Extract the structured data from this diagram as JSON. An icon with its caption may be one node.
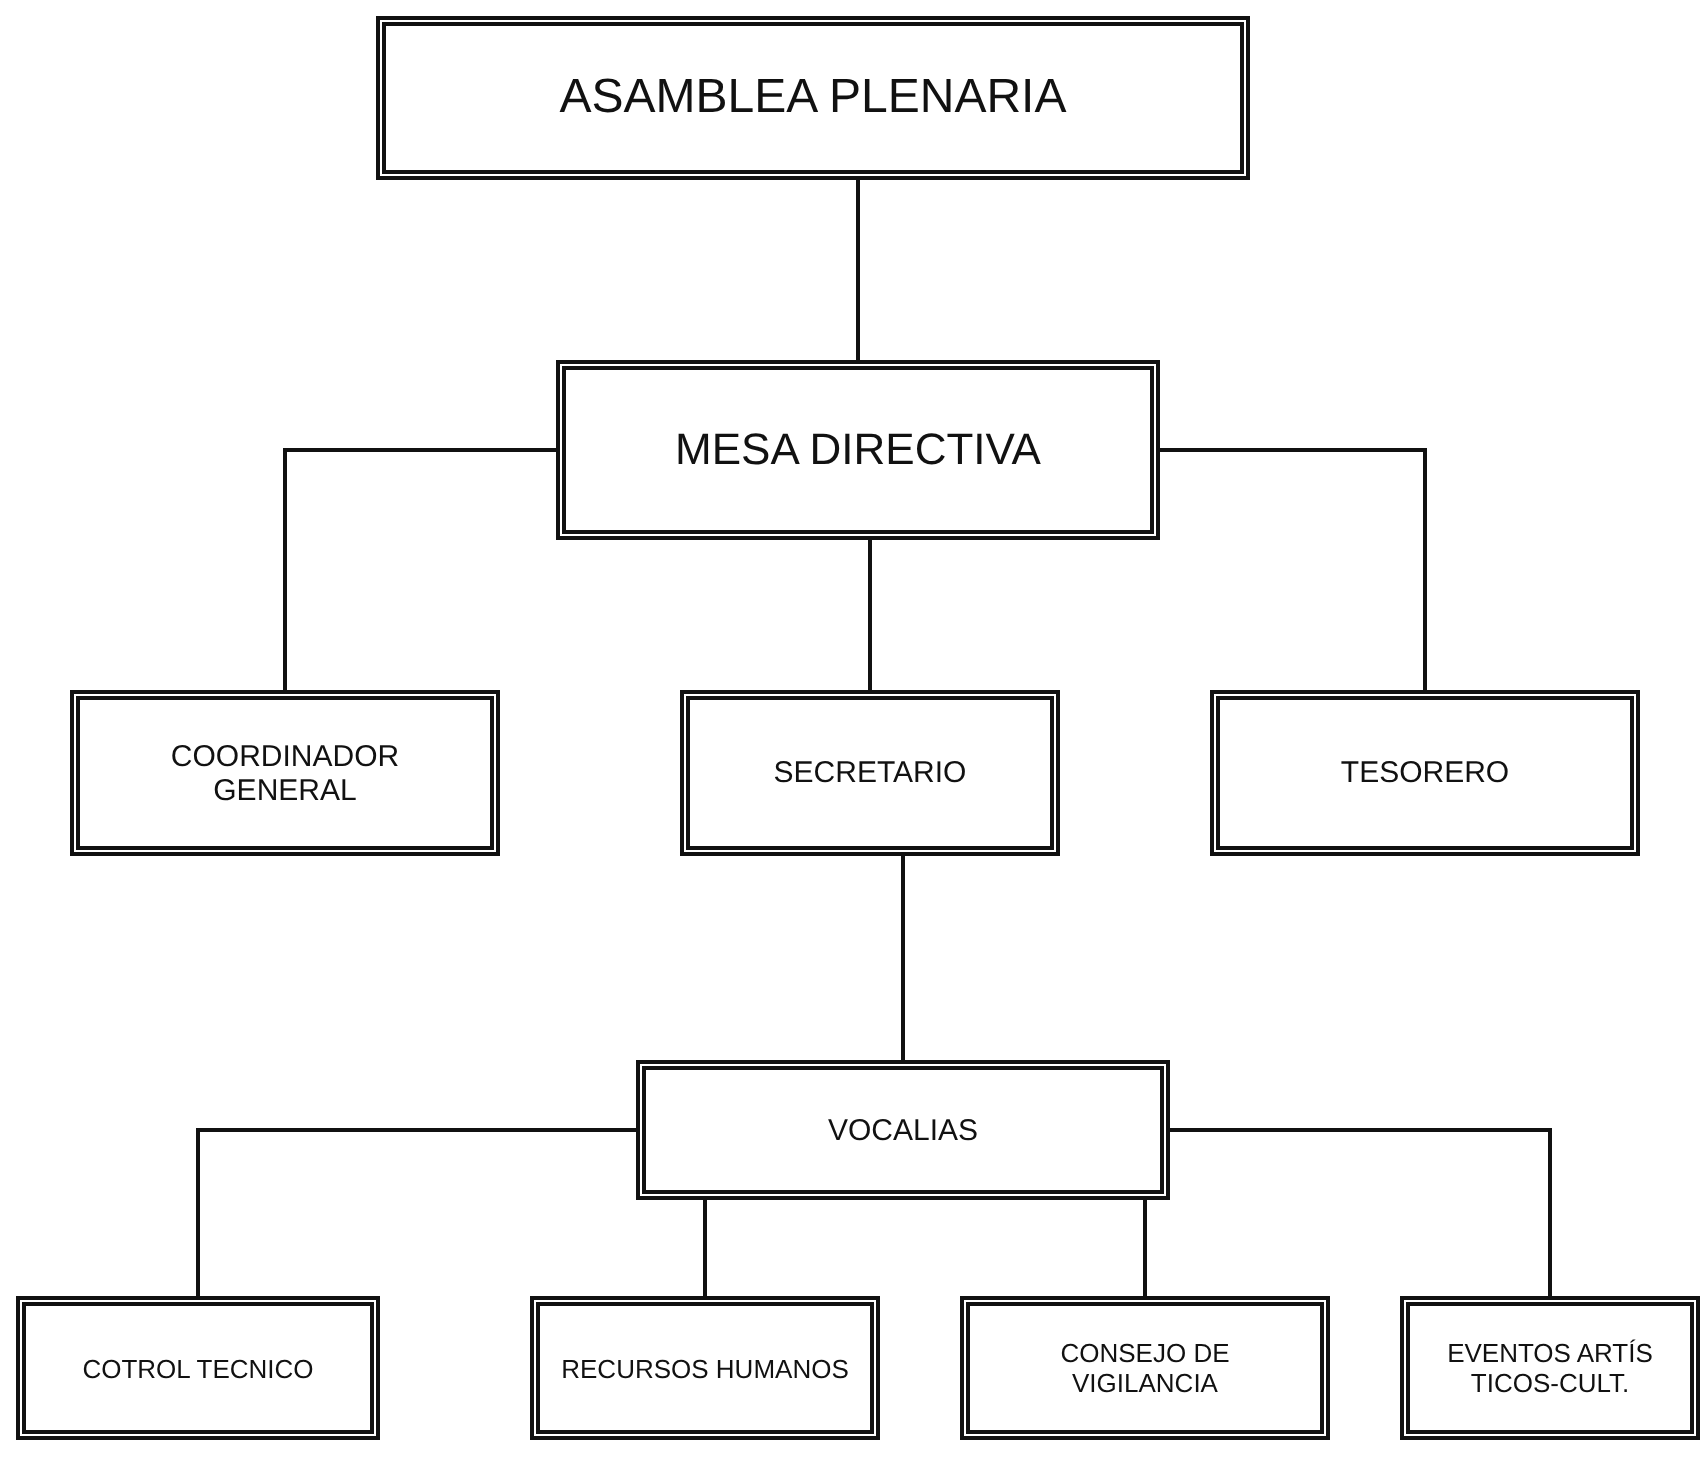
{
  "diagram": {
    "nodes": [
      {
        "text": [
          "ASAMBLEA PLENARIA"
        ]
      },
      {
        "text": [
          "MESA DIRECTIVA"
        ]
      },
      {
        "text": [
          "COORDINADOR GENERAL"
        ]
      },
      {
        "text": [
          "SECRETARIO"
        ]
      },
      {
        "text": [
          "TESORERO"
        ]
      },
      {
        "text": [
          "VOCALIAS"
        ]
      },
      {
        "text": [
          "COTROL TECNICO"
        ]
      },
      {
        "text": [
          "RECURSOS HUMANOS"
        ]
      },
      {
        "text": [
          "CONSEJO DE VIGILANCIA"
        ]
      },
      {
        "text": [
          "EVENTOS ARTÍS TICOS-CULT."
        ]
      }
    ],
    "edges": [
      {
        "from": 0,
        "to": 1,
        "arrow": "none"
      },
      {
        "from": 1,
        "to": 2,
        "arrow": "none"
      },
      {
        "from": 1,
        "to": 3,
        "arrow": "none"
      },
      {
        "from": 1,
        "to": 4,
        "arrow": "none"
      },
      {
        "from": 3,
        "to": 5,
        "arrow": "none"
      },
      {
        "from": 5,
        "to": 6,
        "arrow": "none"
      },
      {
        "from": 5,
        "to": 7,
        "arrow": "none"
      },
      {
        "from": 5,
        "to": 8,
        "arrow": "none"
      },
      {
        "from": 5,
        "to": 9,
        "arrow": "none"
      }
    ]
  }
}
